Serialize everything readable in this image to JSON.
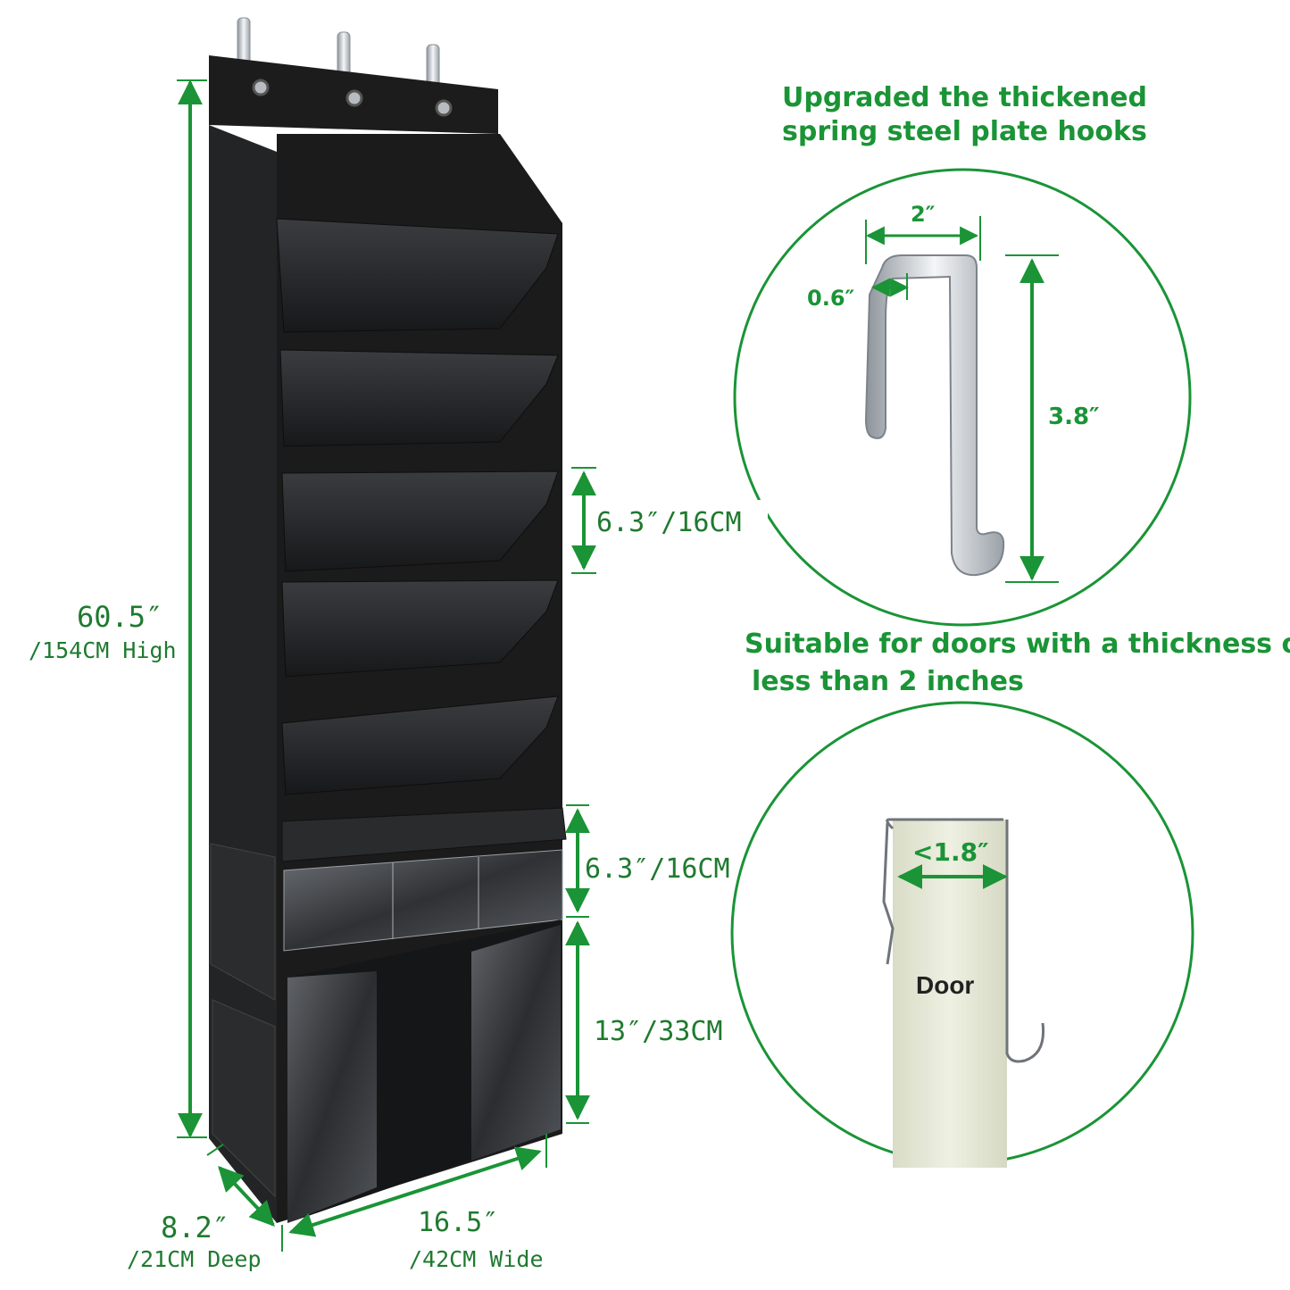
{
  "colors": {
    "accent_green": "#1a9436",
    "organizer_black": "#1b1b1b",
    "hook_silver": "#c9ced3",
    "door_wood": "#e6e9d8"
  },
  "organizer": {
    "height_value": "60.5″",
    "height_detail": "/154CM High",
    "pocket_height": "6.3″/16CM",
    "basket_height": "6.3″/16CM",
    "bottom_height": "13″/33CM",
    "depth_value": "8.2″",
    "depth_detail": "/21CM Deep",
    "width_value": "16.5″",
    "width_detail": "/42CM Wide"
  },
  "hook_panel": {
    "heading_line1": "Upgraded the thickened",
    "heading_line2": "spring steel plate hooks",
    "width_label": "2″",
    "thickness_label": "0.6″",
    "height_label": "3.8″"
  },
  "door_panel": {
    "heading_line1": "Suitable for doors with a thickness of",
    "heading_line2": "less than 2 inches",
    "gap_label": "<1.8″",
    "door_label": "Door"
  }
}
